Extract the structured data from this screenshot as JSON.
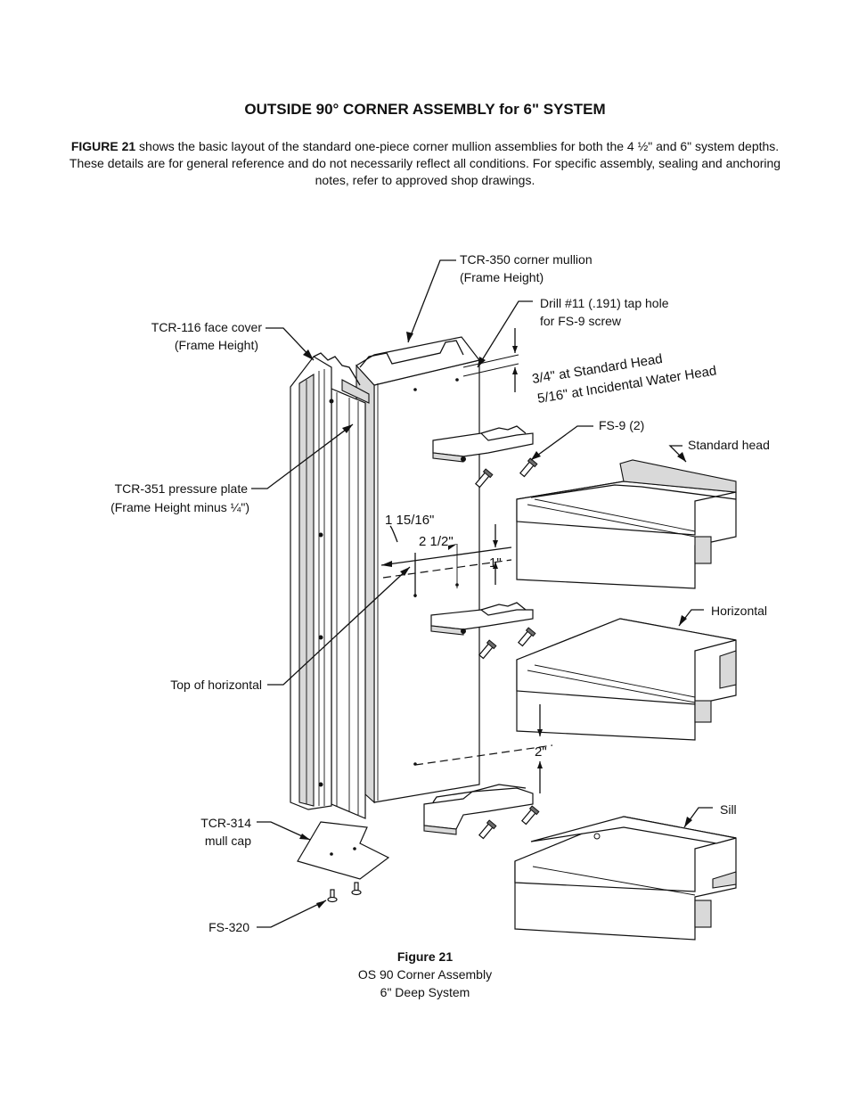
{
  "title": "OUTSIDE 90° CORNER ASSEMBLY for 6\" SYSTEM",
  "intro": {
    "lead": "FIGURE 21",
    "text": " shows the basic layout of the standard one-piece corner mullion assemblies for both the 4 ½\" and 6\" system depths.  These details are for general reference and do not necessarily reflect all conditions.  For specific assembly, sealing and anchoring notes, refer to approved shop drawings."
  },
  "labels": {
    "tcr350_line1": "TCR-350 corner mullion",
    "tcr350_line2": "(Frame Height)",
    "drill_line1": "Drill #11 (.191) tap hole",
    "drill_line2": "for FS-9 screw",
    "tcr116_line1": "TCR-116 face cover",
    "tcr116_line2": "(Frame Height)",
    "std_head_dim": "3/4\" at Standard Head",
    "water_head_dim": "5/16\" at Incidental Water Head",
    "fs9": "FS-9 (2)",
    "standard_head": "Standard head",
    "tcr351_line1": "TCR-351 pressure plate",
    "tcr351_line2": "(Frame Height minus ¼\")",
    "dim_1_15_16": "1 15/16\"",
    "dim_2_1_2": "2 1/2\"",
    "dim_1": "1\"",
    "horizontal": "Horizontal",
    "top_of_horizontal": "Top of horizontal",
    "dim_2": "2\"",
    "sill": "Sill",
    "tcr314_line1": "TCR-314",
    "tcr314_line2": "mull cap",
    "fs320": "FS-320"
  },
  "caption": {
    "title": "Figure 21",
    "line1": "OS 90 Corner Assembly",
    "line2": "6\" Deep System"
  }
}
